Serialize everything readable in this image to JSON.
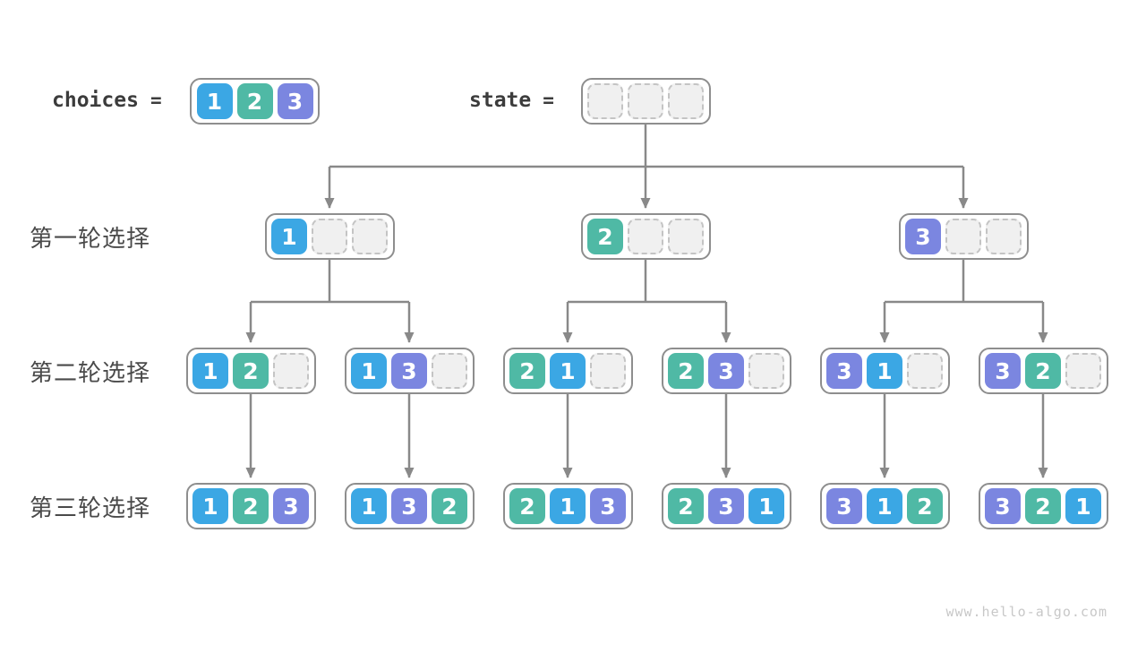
{
  "header": {
    "choices_label": "choices",
    "state_label": "state",
    "equals": "=",
    "choices_values": [
      "1",
      "2",
      "3"
    ],
    "state_empty_slots": 3
  },
  "value_colors": {
    "1": "#3ba7e4",
    "2": "#4fb9a5",
    "3": "#7b86e0"
  },
  "diagram": {
    "slots_per_node": 3,
    "rows": [
      {
        "label": "第一轮选择",
        "nodes": [
          [
            "1"
          ],
          [
            "2"
          ],
          [
            "3"
          ]
        ]
      },
      {
        "label": "第二轮选择",
        "nodes": [
          [
            "1",
            "2"
          ],
          [
            "1",
            "3"
          ],
          [
            "2",
            "1"
          ],
          [
            "2",
            "3"
          ],
          [
            "3",
            "1"
          ],
          [
            "3",
            "2"
          ]
        ]
      },
      {
        "label": "第三轮选择",
        "nodes": [
          [
            "1",
            "2",
            "3"
          ],
          [
            "1",
            "3",
            "2"
          ],
          [
            "2",
            "1",
            "3"
          ],
          [
            "2",
            "3",
            "1"
          ],
          [
            "3",
            "1",
            "2"
          ],
          [
            "3",
            "2",
            "1"
          ]
        ]
      }
    ]
  },
  "watermark": "www.hello-algo.com"
}
